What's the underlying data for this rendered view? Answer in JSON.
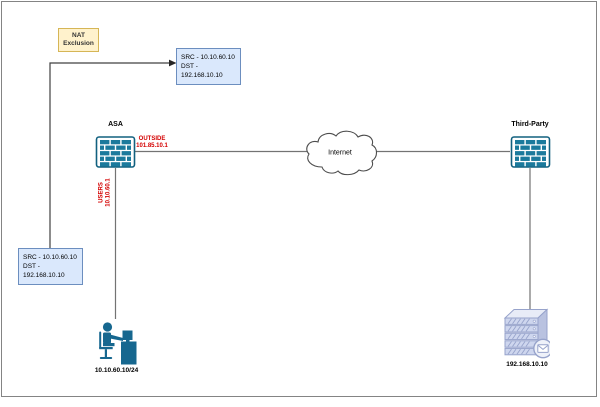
{
  "nat_note": {
    "line1": "NAT",
    "line2": "Exclusion"
  },
  "packet_top": {
    "line1": "SRC - 10.10.60.10",
    "line2": "DST - 192.168.10.10"
  },
  "packet_bottom": {
    "line1": "SRC - 10.10.60.10",
    "line2": "DST - 192.168.10.10"
  },
  "asa": {
    "label": "ASA",
    "outside_name": "OUTSIDE",
    "outside_ip": "101.85.10.1",
    "inside_name": "USERS",
    "inside_ip": "10.10.60.1"
  },
  "internet": {
    "label": "Internet"
  },
  "third_party": {
    "label": "Third-Party"
  },
  "server": {
    "ip": "192.168.10.10"
  },
  "workstation": {
    "ip": "10.10.60.10/24"
  },
  "icons": {
    "asa": "firewall-icon",
    "third_party": "firewall-icon",
    "internet": "cloud-icon",
    "workstation": "user-workstation-icon",
    "server": "mail-server-icon",
    "server_badge": "envelope-icon"
  },
  "colors": {
    "note_fill": "#FFF2CC",
    "note_border": "#D6B656",
    "packet_fill": "#DAE8FC",
    "packet_border": "#6C8EBF",
    "firewall_brick": "#1B7A9C",
    "firewall_border": "#11607F",
    "workstation_fill": "#16678F",
    "server_stroke": "#97A3CB",
    "label_red": "#D40000",
    "connector": "#737373",
    "nat_connector": "#404040"
  }
}
